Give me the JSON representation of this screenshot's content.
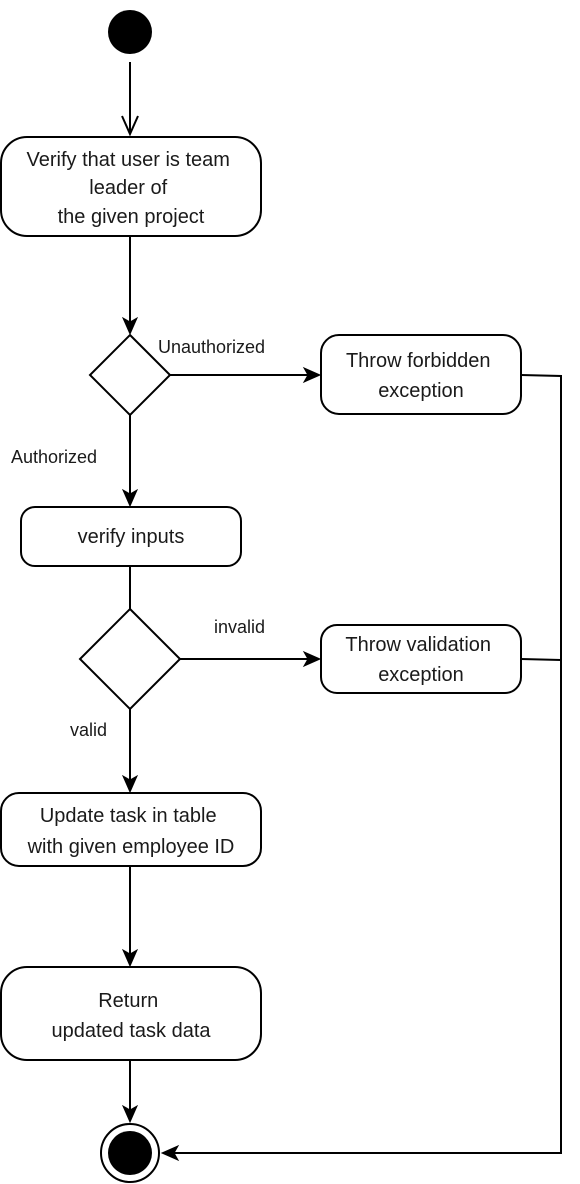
{
  "nodes": {
    "verify_leader": [
      "Verify that user is team",
      "leader of",
      "the given project"
    ],
    "throw_forbidden": [
      "Throw forbidden",
      "exception"
    ],
    "verify_inputs": [
      "verify inputs"
    ],
    "throw_validation": [
      "Throw validation",
      "exception"
    ],
    "update_task": [
      "Update task in table",
      "with given employee ID"
    ],
    "return_data": [
      "Return",
      "updated task data"
    ]
  },
  "edges": {
    "unauthorized": "Unauthorized",
    "authorized": "Authorized",
    "invalid": "invalid",
    "valid": "valid"
  }
}
